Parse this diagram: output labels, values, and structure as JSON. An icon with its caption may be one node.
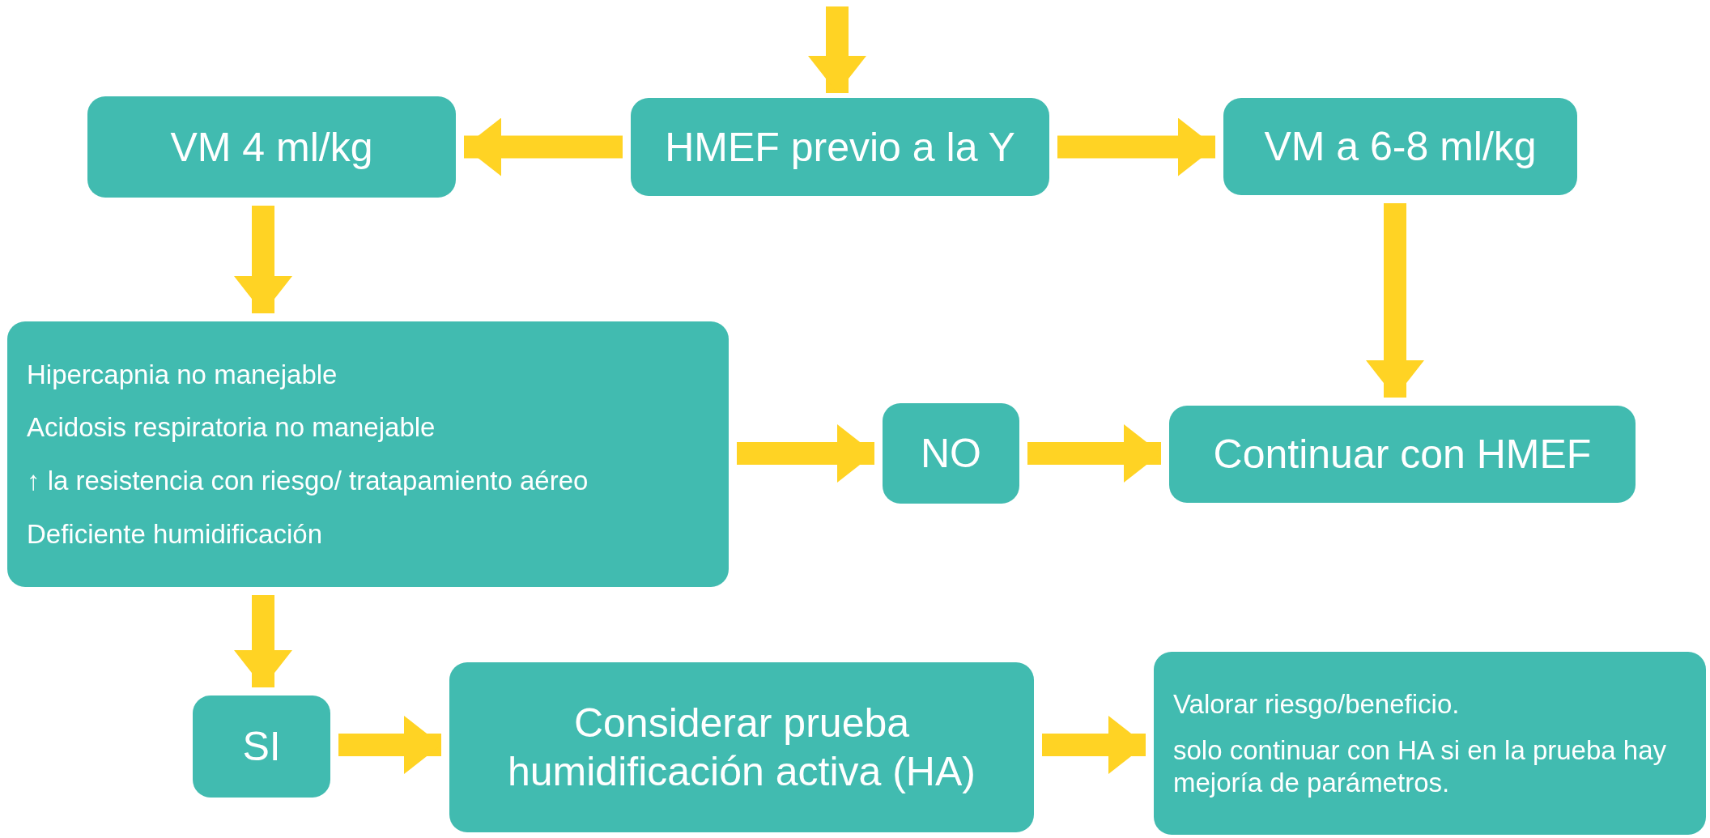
{
  "diagram": {
    "nodes": [
      {
        "text": [
          "HMEF previo a la Y"
        ]
      },
      {
        "text": [
          "VM 4 ml/kg"
        ]
      },
      {
        "text": [
          "VM a 6-8 ml/kg"
        ]
      },
      {
        "text": [
          "Hipercapnia no manejable",
          "Acidosis respiratoria no manejable",
          "↑ la resistencia con riesgo/ tratapamiento aéreo",
          "Deficiente humidificación"
        ]
      },
      {
        "text": [
          "NO"
        ]
      },
      {
        "text": [
          "Continuar con HMEF"
        ]
      },
      {
        "text": [
          "SI"
        ]
      },
      {
        "text": [
          "Considerar prueba humidificación activa (HA)"
        ]
      },
      {
        "text": [
          "Valorar riesgo/beneficio.",
          "solo continuar con HA si en la prueba hay mejoría de parámetros."
        ]
      }
    ],
    "edges": [
      {
        "from": null,
        "to": 0,
        "arrow": "to"
      },
      {
        "from": 0,
        "to": 1,
        "arrow": "to"
      },
      {
        "from": 0,
        "to": 2,
        "arrow": "to"
      },
      {
        "from": 1,
        "to": 3,
        "arrow": "to"
      },
      {
        "from": 2,
        "to": 5,
        "arrow": "to"
      },
      {
        "from": 3,
        "to": 4,
        "arrow": "to"
      },
      {
        "from": 4,
        "to": 5,
        "arrow": "to"
      },
      {
        "from": 3,
        "to": 6,
        "arrow": "to"
      },
      {
        "from": 6,
        "to": 7,
        "arrow": "to"
      },
      {
        "from": 7,
        "to": 8,
        "arrow": "to"
      }
    ]
  }
}
